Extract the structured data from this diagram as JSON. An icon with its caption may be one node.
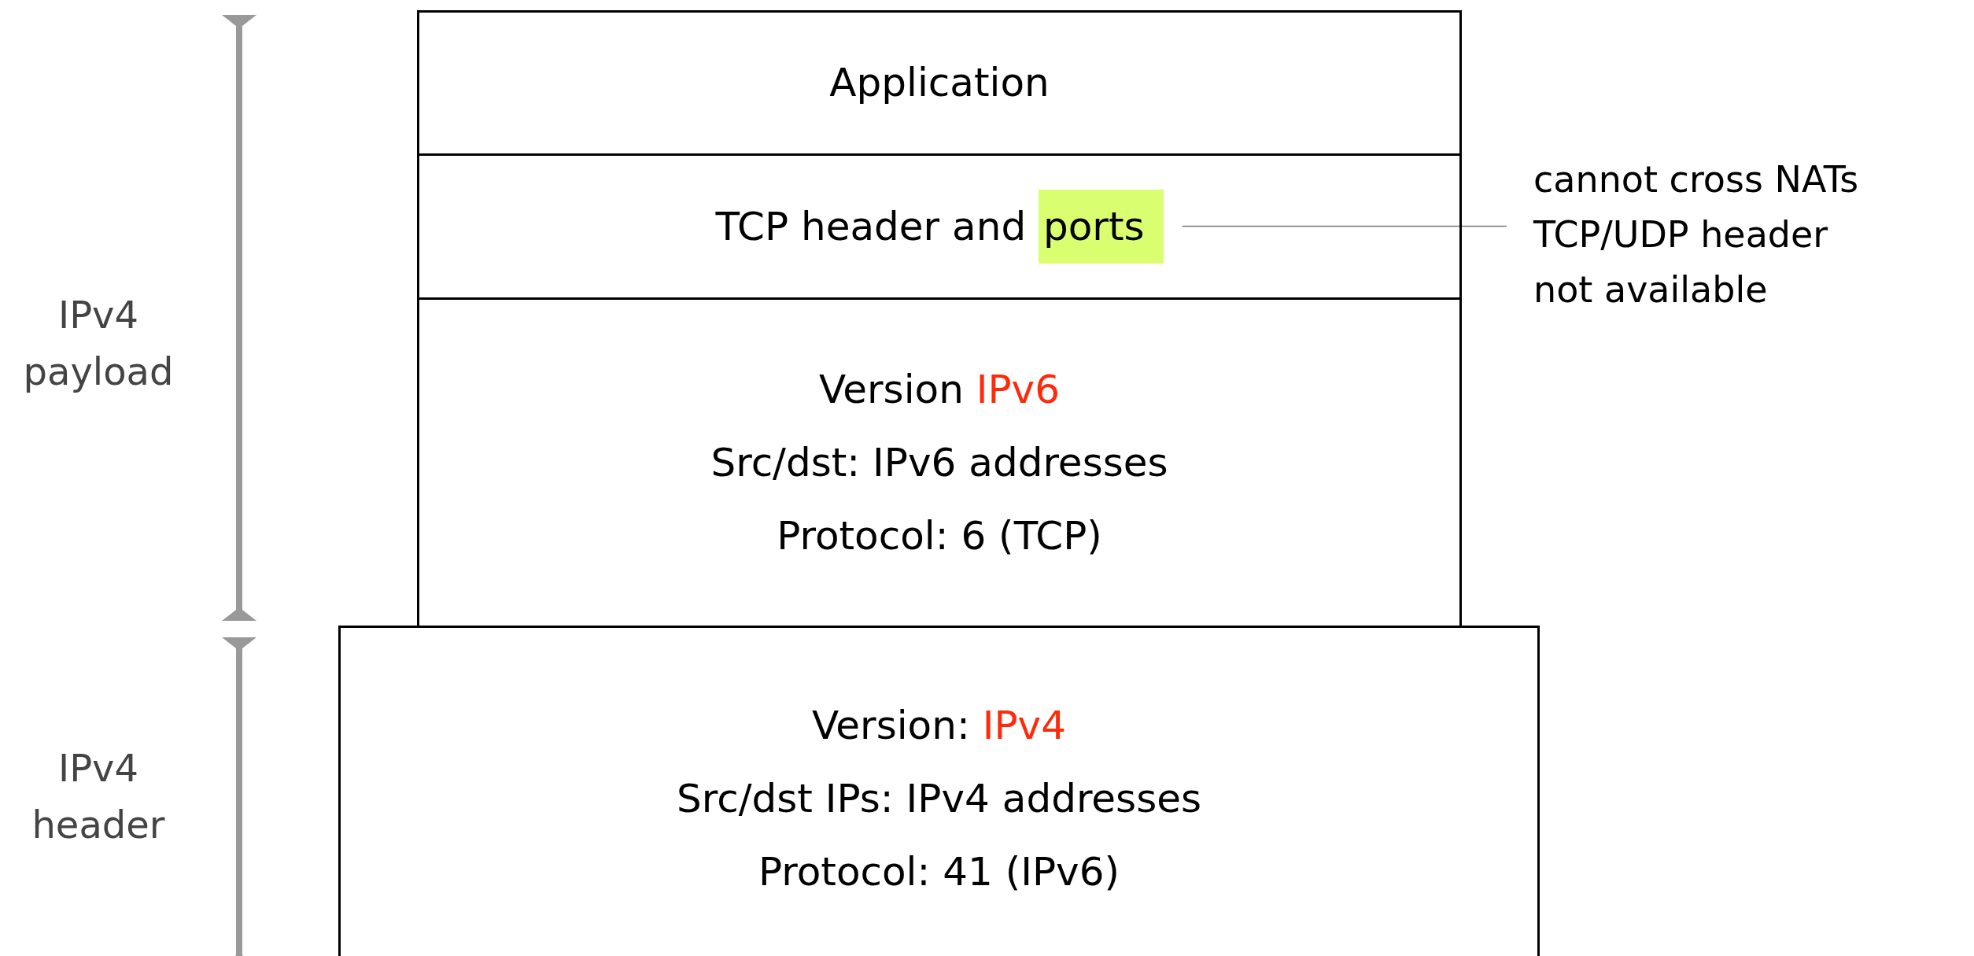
{
  "diagram": {
    "nodes": [
      {
        "text": [
          "Application"
        ]
      },
      {
        "text": [
          "TCP header and **ports**"
        ]
      },
      {
        "text": [
          "cannot cross NATs",
          "TCP/UDP header",
          "not available"
        ]
      },
      {
        "text": [
          "Version *IPv6*",
          "Src/dst: IPv6 addresses",
          "Protocol: 6 (TCP)"
        ]
      },
      {
        "text": [
          "Version: *IPv4*",
          "Src/dst IPs: IPv4 addresses",
          "Protocol: 41 (IPv6)"
        ]
      }
    ],
    "edges": [
      {
        "from": 2,
        "to": 1,
        "arrow": "none"
      }
    ],
    "labels": [
      "IPv4 payload",
      "IPv4 header"
    ]
  }
}
